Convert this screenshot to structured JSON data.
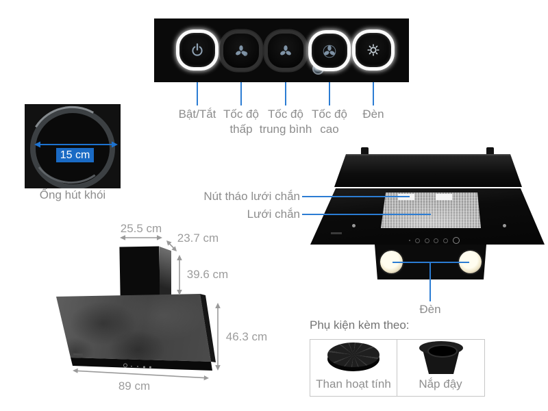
{
  "colors": {
    "callout_blue": "#2b7cd3",
    "badge_blue": "#1a6ac4",
    "label_gray": "#8c8c8c",
    "dim_gray": "#9c9c9c"
  },
  "control_panel": {
    "buttons": [
      {
        "icon": "power-icon",
        "label": "Bật/Tắt",
        "lit": true
      },
      {
        "icon": "fan-low-icon",
        "label": "Tốc độ thấp",
        "lit": false
      },
      {
        "icon": "fan-medium-icon",
        "label": "Tốc độ trung bình",
        "lit": false
      },
      {
        "icon": "fan-high-icon",
        "label": "Tốc độ cao",
        "lit": true
      },
      {
        "icon": "light-icon",
        "label": "Đèn",
        "lit": true
      }
    ]
  },
  "duct": {
    "size_label": "15 cm",
    "caption": "Ống hút khói"
  },
  "dimensions": {
    "chimney_width": "25.5 cm",
    "chimney_depth": "23.7 cm",
    "chimney_height": "39.6 cm",
    "body_height": "46.3 cm",
    "body_width": "89 cm"
  },
  "bottom_view": {
    "filter_release_label": "Nút tháo lưới chắn",
    "mesh_label": "Lưới chắn",
    "lamp_label": "Đèn"
  },
  "accessories": {
    "heading": "Phụ kiện kèm theo:",
    "items": [
      {
        "label": "Than hoạt tính"
      },
      {
        "label": "Nắp đậy"
      }
    ]
  }
}
